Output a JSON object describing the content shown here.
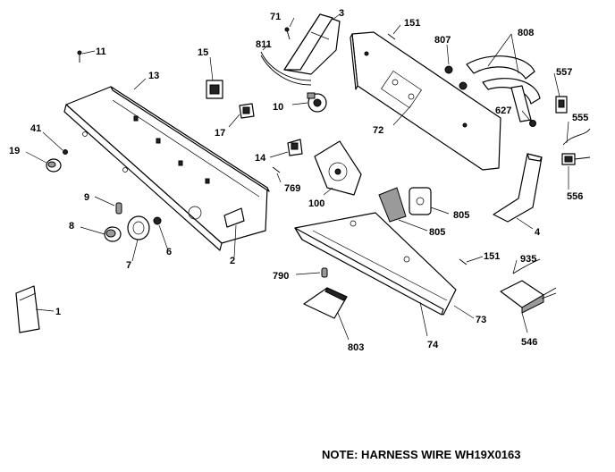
{
  "note": "NOTE: HARNESS WIRE WH19X0163",
  "callouts": {
    "c71": "71",
    "c3": "3",
    "c151a": "151",
    "c807": "807",
    "c808": "808",
    "c11": "11",
    "c811": "811",
    "c15": "15",
    "c13": "13",
    "c557": "557",
    "c41": "41",
    "c10": "10",
    "c627": "627",
    "c555": "555",
    "c72": "72",
    "c17": "17",
    "c19": "19",
    "c14": "14",
    "c556": "556",
    "c769": "769",
    "c9": "9",
    "c100": "100",
    "c805a": "805",
    "c805b": "805",
    "c4": "4",
    "c8": "8",
    "c6": "6",
    "c7": "7",
    "c2": "2",
    "c151b": "151",
    "c935": "935",
    "c790": "790",
    "c1": "1",
    "c73": "73",
    "c803": "803",
    "c74": "74",
    "c546": "546"
  }
}
